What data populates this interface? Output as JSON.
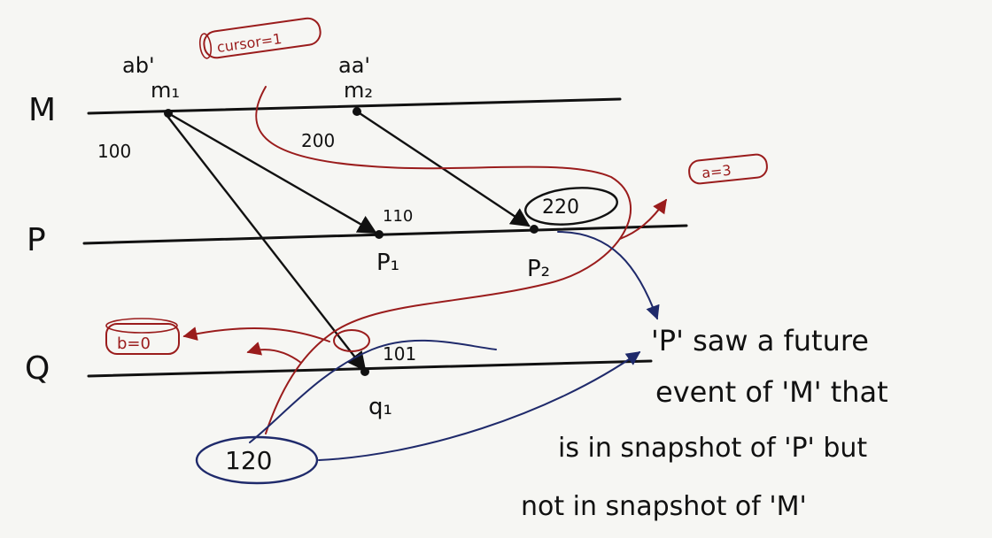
{
  "processes": {
    "m": "M",
    "p": "P",
    "q": "Q"
  },
  "events": {
    "m1": {
      "name": "m₁",
      "state": "ab'",
      "clock": "100"
    },
    "m2": {
      "name": "m₂",
      "state": "aa'",
      "clock": "200"
    },
    "p1": {
      "name": "P₁",
      "clock": "110"
    },
    "p2": {
      "name": "P₂",
      "clock": "220"
    },
    "q1": {
      "name": "q₁",
      "clock": "101"
    }
  },
  "snapshots": {
    "cursor": "cursor=1",
    "a": "a=3",
    "b": "b=0",
    "q_cut": "120"
  },
  "note": {
    "line1": "'P' saw a future",
    "line2": "event of 'M' that",
    "line3": "is in snapshot of 'P' but",
    "line4": "not in snapshot of 'M'"
  },
  "colors": {
    "ink": "#111111",
    "red_pen": "#9a1c1c",
    "blue_pen": "#1f2a6b",
    "paper": "#f6f6f3"
  }
}
